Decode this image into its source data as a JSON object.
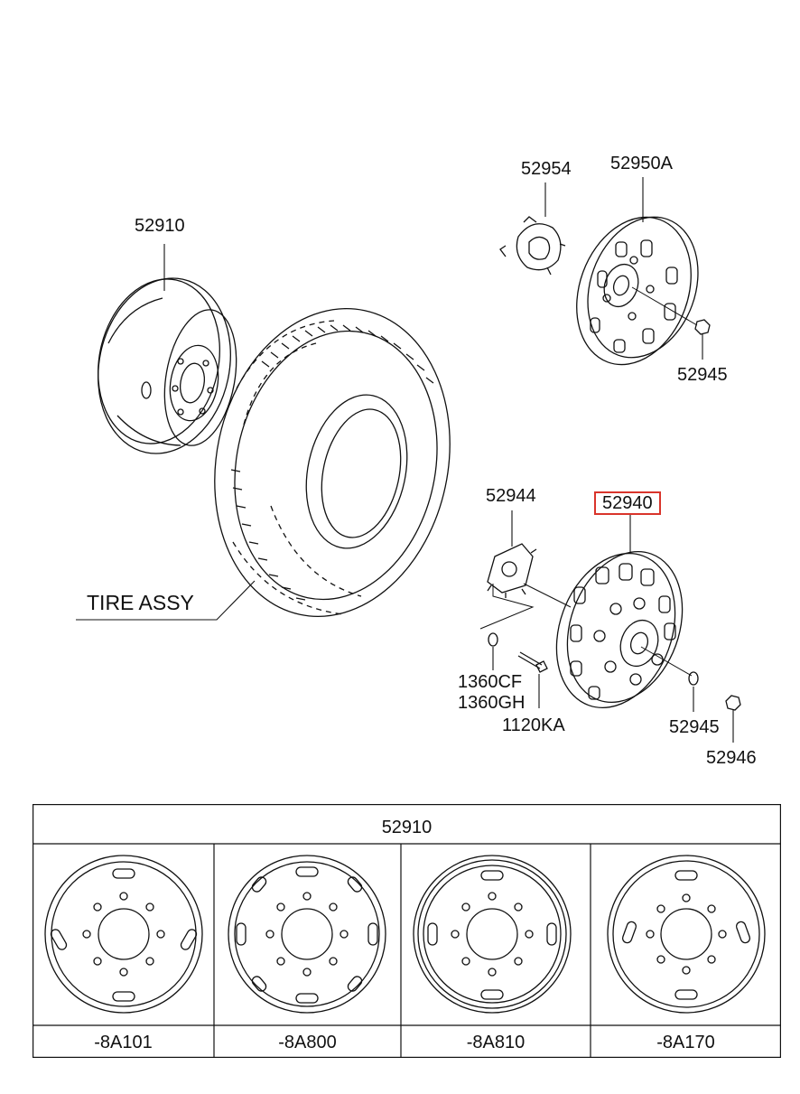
{
  "diagram": {
    "labels": {
      "rim": "52910",
      "tire": "TIRE ASSY",
      "cap_clip_upper": "52954",
      "cover_upper": "52950A",
      "nut_upper": "52945",
      "clip_lower": "52944",
      "cover_lower": "52940",
      "part_1360cf": "1360CF",
      "part_1360gh": "1360GH",
      "bolt": "1120KA",
      "nut_lower": "52945",
      "nut_cap": "52946"
    },
    "highlighted_part": "52940",
    "highlight_color": "#d9342b"
  },
  "table": {
    "header": "52910",
    "variants": [
      {
        "code": "-8A101"
      },
      {
        "code": "-8A800"
      },
      {
        "code": "-8A810"
      },
      {
        "code": "-8A170"
      }
    ]
  }
}
